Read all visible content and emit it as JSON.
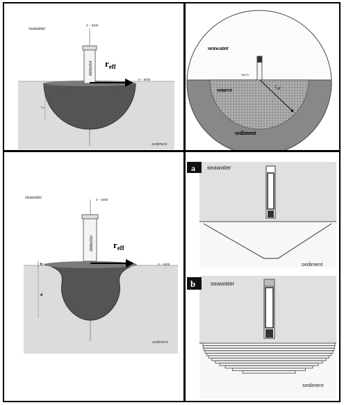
{
  "panel_top_left": {
    "seawater": "seawater",
    "z_axis": "z - axis",
    "x_axis": "x - axis",
    "detector": "detector",
    "r_main": "r",
    "r_sub": "eff",
    "r_small_main": "r",
    "r_small_sub": "eff",
    "sediment": "sediment"
  },
  "panel_top_right": {
    "seawater": "seawater",
    "detector_tag": "NaI(Tl)",
    "source": "source",
    "r_main": "r",
    "r_sub": "eff",
    "sediment": "sediment"
  },
  "panel_bottom_left": {
    "seawater": "seawater",
    "z_axis": "z - axis",
    "x_axis": "x - axis",
    "detector": "detector",
    "r_main": "r",
    "r_sub": "eff",
    "h": "h",
    "d": "d",
    "sediment": "sediment"
  },
  "panel_a": {
    "tag": "a",
    "seawater": "seawater",
    "sediment": "sediment"
  },
  "panel_b": {
    "tag": "b",
    "seawater": "seawater",
    "sediment": "sediment"
  },
  "colors": {
    "frame": "#000000",
    "sediment_fill": "#dcdcdc",
    "bowl": "#555555"
  }
}
